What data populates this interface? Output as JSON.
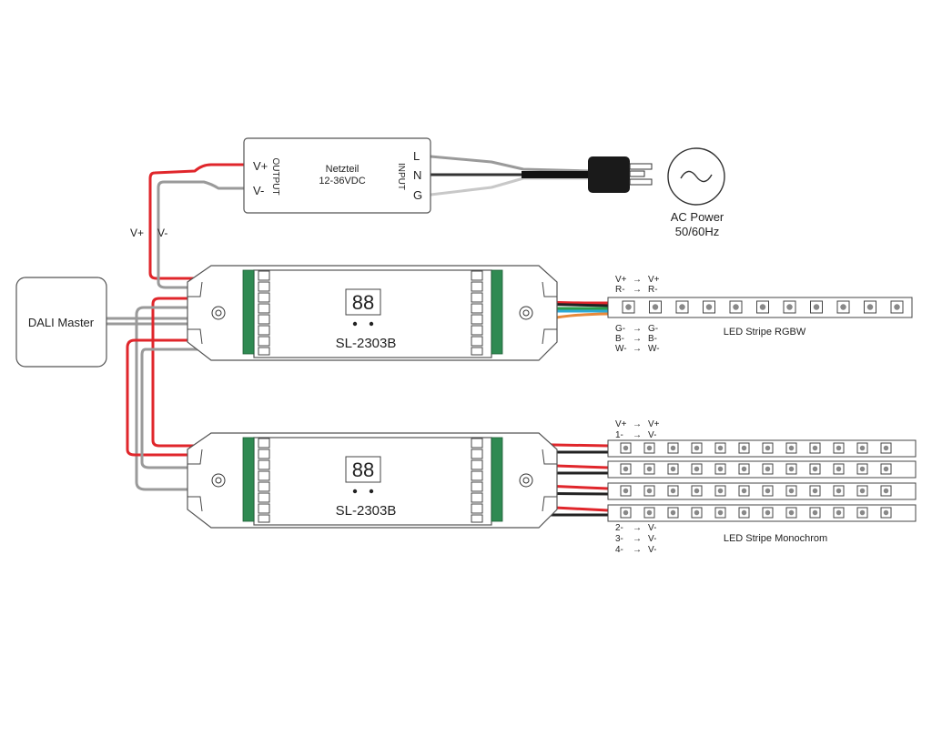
{
  "psu": {
    "title": "Netzteil",
    "rating": "12-36VDC",
    "output_label": "OUTPUT",
    "input_label": "INPUT",
    "out_pos": "V+",
    "out_neg": "V-",
    "in_l": "L",
    "in_n": "N",
    "in_g": "G"
  },
  "ac": {
    "line1": "AC Power",
    "line2": "50/60Hz"
  },
  "wire_labels": {
    "vplus": "V+",
    "vminus": "V-"
  },
  "dali_master": {
    "label": "DALI Master"
  },
  "controllers": [
    {
      "model": "SL-2303B",
      "display": "88"
    },
    {
      "model": "SL-2303B",
      "display": "88"
    }
  ],
  "rgbw_strip": {
    "label": "LED Stripe RGBW",
    "top_mapping": [
      {
        "from": "V+",
        "to": "V+"
      },
      {
        "from": "R-",
        "to": "R-"
      }
    ],
    "bottom_mapping": [
      {
        "from": "G-",
        "to": "G-"
      },
      {
        "from": "B-",
        "to": "B-"
      },
      {
        "from": "W-",
        "to": "W-"
      }
    ]
  },
  "mono_strip": {
    "label": "LED Stripe Monochrom",
    "top_mapping": [
      {
        "from": "V+",
        "to": "V+"
      },
      {
        "from": "1-",
        "to": "V-"
      }
    ],
    "bottom_mapping": [
      {
        "from": "2-",
        "to": "V-"
      },
      {
        "from": "3-",
        "to": "V-"
      },
      {
        "from": "4-",
        "to": "V-"
      }
    ]
  },
  "colors": {
    "red_wire": "#e0262b",
    "gray_wire": "#9a9a9a",
    "black_wire": "#222222",
    "green_wire": "#2a9d4a",
    "blue_wire": "#2ca9d6",
    "orange_wire": "#e8893a",
    "terminal": "#2f8a52"
  }
}
